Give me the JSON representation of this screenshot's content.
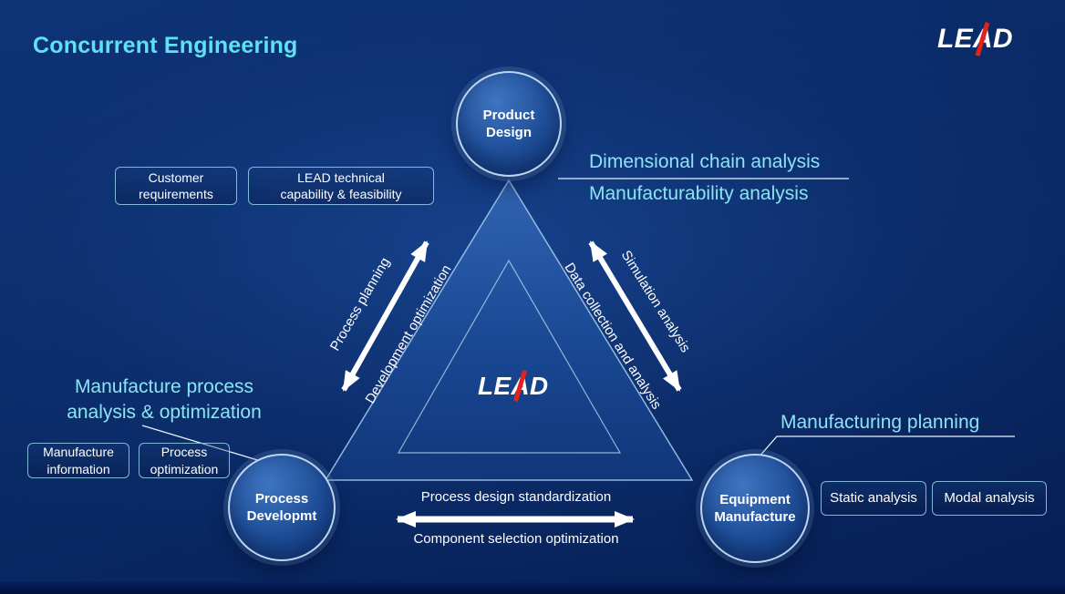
{
  "title": "Concurrent Engineering",
  "brand_logo": {
    "text": "LEAD"
  },
  "center_logo": {
    "text": "LEAD"
  },
  "nodes": {
    "product_design": {
      "line1": "Product",
      "line2": "Design"
    },
    "process_developmt": {
      "line1": "Process",
      "line2": "Developmt"
    },
    "equipment_manufacture": {
      "line1": "Equipment",
      "line2": "Manufacture"
    }
  },
  "arrows": {
    "left": {
      "outer_label": "Process planning",
      "inner_label": "Development optimization"
    },
    "right": {
      "outer_label": "Simulation analysis",
      "inner_label": "Data collection and analysis"
    },
    "bottom": {
      "top_label": "Process design standardization",
      "bottom_label": "Component selection optimization"
    }
  },
  "callouts": {
    "design": {
      "line1": "Dimensional chain analysis",
      "line2": "Manufacturability analysis"
    },
    "process": {
      "line1": "Manufacture process",
      "line2": "analysis & optimization"
    },
    "equipment": {
      "label": "Manufacturing planning"
    }
  },
  "tags": {
    "customer_requirements": {
      "line1": "Customer",
      "line2": "requirements"
    },
    "lead_capability": {
      "line1": "LEAD technical",
      "line2": "capability & feasibility"
    },
    "manufacture_information": {
      "line1": "Manufacture",
      "line2": "information"
    },
    "process_optimization": {
      "line1": "Process",
      "line2": "optimization"
    },
    "static_analysis": {
      "label": "Static analysis"
    },
    "modal_analysis": {
      "label": "Modal analysis"
    }
  },
  "colors": {
    "accent_cyan": "#5EE2F3",
    "brand_red": "#E2231A",
    "background_blue": "#0A2A66",
    "arrow_white": "#FFFFFF"
  }
}
